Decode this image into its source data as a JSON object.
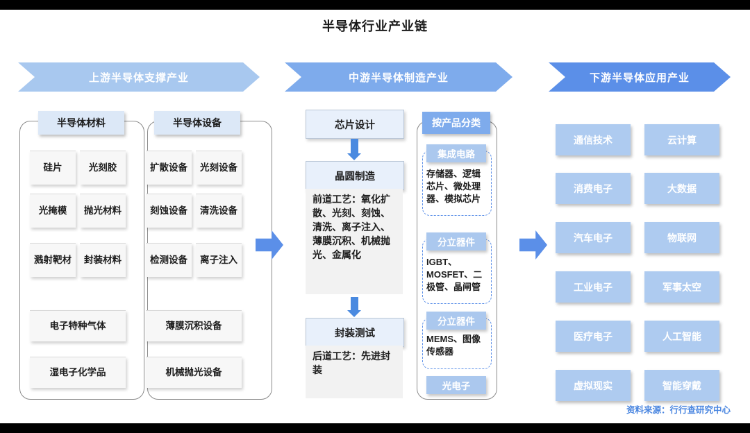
{
  "page": {
    "title": "半导体行业产业链",
    "source_note": "资料来源：行行查研究中心"
  },
  "colors": {
    "banner_upstream": "#a8c8ef",
    "banner_midstream": "#7eabec",
    "banner_downstream": "#5b8fe8",
    "arrow": "#5b8fe8",
    "flow_box": "#e8f0fb",
    "tile": "#aecbf0",
    "source_text": "#4a86e0"
  },
  "upstream": {
    "banner": "上游半导体支撑产业",
    "groups": [
      {
        "title": "半导体材料",
        "items": [
          "硅片",
          "光刻胶",
          "光掩模",
          "抛光材料",
          "溅射靶材",
          "封装材料",
          "电子特种气体",
          "湿电子化学品"
        ]
      },
      {
        "title": "半导体设备",
        "items": [
          "扩散设备",
          "光刻设备",
          "刻蚀设备",
          "清洗设备",
          "检测设备",
          "离子注入",
          "薄膜沉积设备",
          "机械抛光设备"
        ]
      }
    ]
  },
  "midstream": {
    "banner": "中游半导体制造产业",
    "flow": [
      {
        "label": "芯片设计"
      },
      {
        "label": "晶圆制造",
        "detail": "前道工艺：氧化扩散、光刻、刻蚀、清洗、离子注入、薄膜沉积、机械抛光、金属化"
      },
      {
        "label": "封装测试",
        "detail": "后道工艺：先进封装"
      }
    ],
    "classification": {
      "title": "按产品分类",
      "categories": [
        {
          "name": "集成电路",
          "detail": "存储器、逻辑芯片、微处理器、模拟芯片"
        },
        {
          "name": "分立器件",
          "detail": "IGBT、MOSFET、二极管、晶闸管"
        },
        {
          "name": "分立器件",
          "detail": "MEMS、图像传感器"
        },
        {
          "name": "光电子",
          "detail": ""
        }
      ]
    }
  },
  "downstream": {
    "banner": "下游半导体应用产业",
    "items": [
      "通信技术",
      "云计算",
      "消费电子",
      "大数据",
      "汽车电子",
      "物联网",
      "工业电子",
      "军事太空",
      "医疗电子",
      "人工智能",
      "虚拟现实",
      "智能穿戴"
    ]
  }
}
